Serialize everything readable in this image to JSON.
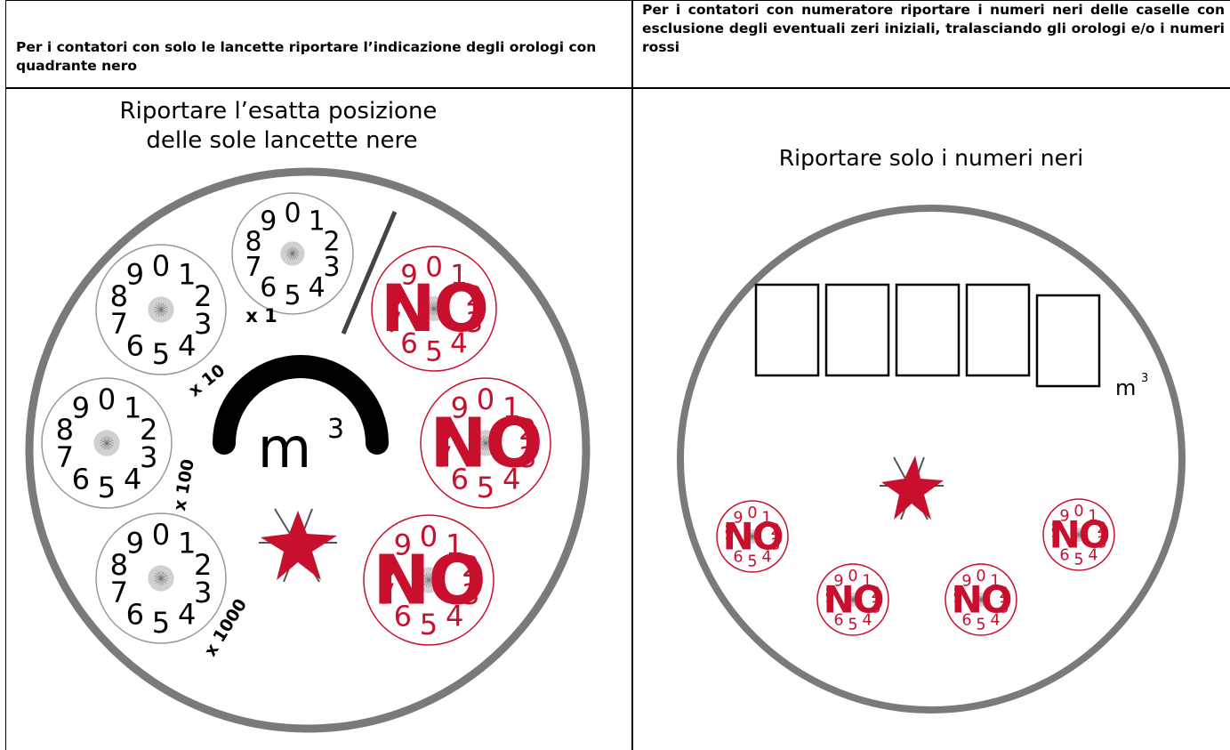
{
  "header": {
    "left": "Per i contatori con solo le lancette riportare l’indicazione degli orologi con quadrante nero",
    "right": "Per i contatori con numeratore riportare i numeri neri delle caselle con esclusione degli eventuali zeri iniziali, tralasciando gli orologi e/o i numeri rossi"
  },
  "left_panel": {
    "caption_line1": "Riportare l’esatta posizione",
    "caption_line2": "delle sole lancette nere",
    "unit": "m",
    "unit_exp": "3",
    "dials": [
      {
        "label": "x 1"
      },
      {
        "label": "x 10"
      },
      {
        "label": "x 100"
      },
      {
        "label": "x 1000"
      }
    ],
    "no_mark": "NO"
  },
  "right_panel": {
    "caption": "Riportare solo i numeri neri",
    "unit": "m",
    "unit_exp": "3",
    "box_count": 5,
    "no_mark": "NO"
  },
  "dial_digits": [
    "0",
    "1",
    "2",
    "3",
    "4",
    "5",
    "6",
    "7",
    "8",
    "9"
  ],
  "colors": {
    "accent_red": "#c8102e",
    "ring_gray": "#7a7a7a",
    "dial_gray": "#999999"
  }
}
